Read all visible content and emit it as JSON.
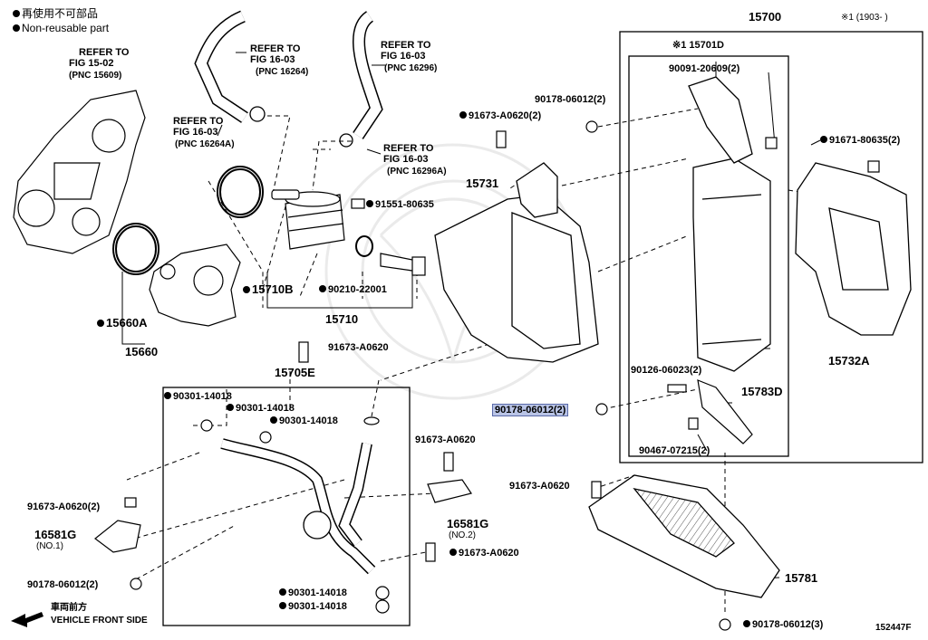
{
  "legend": {
    "line1": "再使用不可部品",
    "line2": "Non-reusable part"
  },
  "header": {
    "assy": "15700",
    "note": "※1 (1903-      )"
  },
  "labels": {
    "refer1_a": "REFER TO",
    "refer1_b": "FIG 15-02",
    "refer1_c": "(PNC 15609)",
    "refer2_a": "REFER TO",
    "refer2_b": "FIG 16-03",
    "refer2_c": "(PNC 16264)",
    "refer3_a": "REFER TO",
    "refer3_b": "FIG 16-03",
    "refer3_c": "(PNC 16264A)",
    "refer4_a": "REFER TO",
    "refer4_b": "FIG 16-03",
    "refer4_c": "(PNC 16296)",
    "refer5_a": "REFER TO",
    "refer5_b": "FIG 16-03",
    "refer5_c": "(PNC 16296A)",
    "p15701D": "※1 15701D",
    "p90091": "90091-20609(2)",
    "p90178a": "90178-06012(2)",
    "p91673a": "91673-A0620(2)",
    "p91671": "91671-80635(2)",
    "p15731": "15731",
    "p91551": "91551-80635",
    "p15710B": "15710B",
    "p90210": "90210-22001",
    "p15710": "15710",
    "p15660A": "15660A",
    "p15660": "15660",
    "p15732A": "15732A",
    "p91673b": "91673-A0620",
    "p15705E": "15705E",
    "p90301a": "90301-14018",
    "p90301b": "90301-14018",
    "p90301c": "90301-14018",
    "p90126": "90126-06023(2)",
    "p15783D": "15783D",
    "p90178hl": "90178-06012(2)",
    "p90467": "90467-07215(2)",
    "p91673c": "91673-A0620",
    "p91673d": "91673-A0620(2)",
    "p16581G": "16581G",
    "p16581G_n1": "(NO.1)",
    "p16581G_b": "16581G",
    "p16581G_n2": "(NO.2)",
    "p91673e": "91673-A0620",
    "p91673f": "91673-A0620",
    "p90178b": "90178-06012(2)",
    "p15781": "15781",
    "p90301d": "90301-14018",
    "p90301e": "90301-14018",
    "p90178c": "90178-06012(3)",
    "front_jp": "車両前方",
    "front_en": "VEHICLE FRONT SIDE",
    "fig_no": "152447F"
  }
}
